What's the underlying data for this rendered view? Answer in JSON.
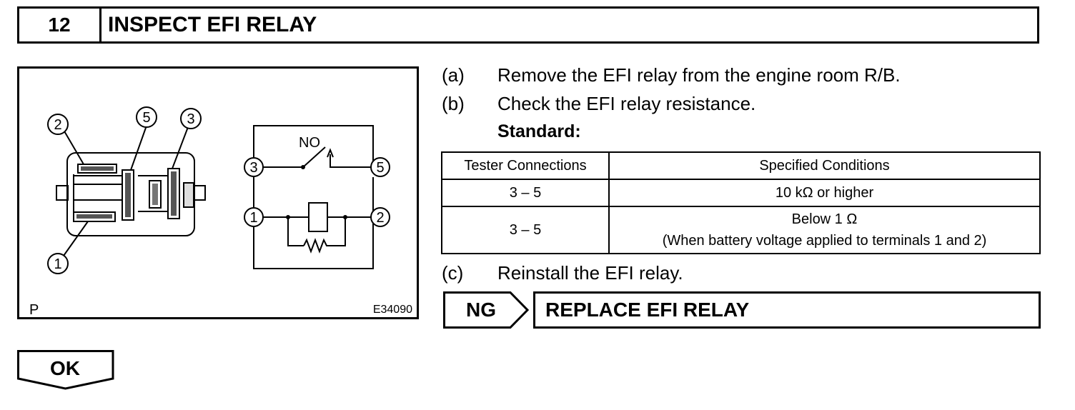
{
  "step": {
    "number": "12",
    "title": "INSPECT EFI RELAY"
  },
  "illustration": {
    "terminal_labels": [
      "1",
      "2",
      "3",
      "5"
    ],
    "switch_label": "NO",
    "corner_label": "P",
    "figure_code": "E34090"
  },
  "instructions": [
    {
      "letter": "(a)",
      "text": "Remove the EFI relay from the engine room R/B."
    },
    {
      "letter": "(b)",
      "text": "Check the EFI relay resistance."
    }
  ],
  "standard_label": "Standard:",
  "table": {
    "headers": [
      "Tester Connections",
      "Specified Conditions"
    ],
    "rows": [
      {
        "connection": "3 – 5",
        "condition": "10 kΩ or higher",
        "note": ""
      },
      {
        "connection": "3 – 5",
        "condition": "Below 1 Ω",
        "note": "(When battery voltage applied to terminals 1 and 2)"
      }
    ]
  },
  "instruction_c": {
    "letter": "(c)",
    "text": "Reinstall the EFI relay."
  },
  "ng": {
    "label": "NG",
    "action": "REPLACE EFI RELAY"
  },
  "ok": {
    "label": "OK"
  }
}
